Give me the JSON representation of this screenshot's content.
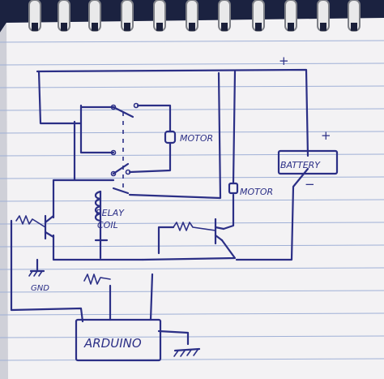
{
  "diagram": {
    "labels": {
      "motor_top": "MOTOR",
      "motor_mid": "MOTOR",
      "battery": "BATTERY",
      "relay_coil_line1": "RELAY",
      "relay_coil_line2": "COIL",
      "gnd": "GND",
      "arduino": "ARDUINO",
      "battery_plus": "+",
      "top_plus": "+",
      "battery_minus": "−"
    }
  }
}
